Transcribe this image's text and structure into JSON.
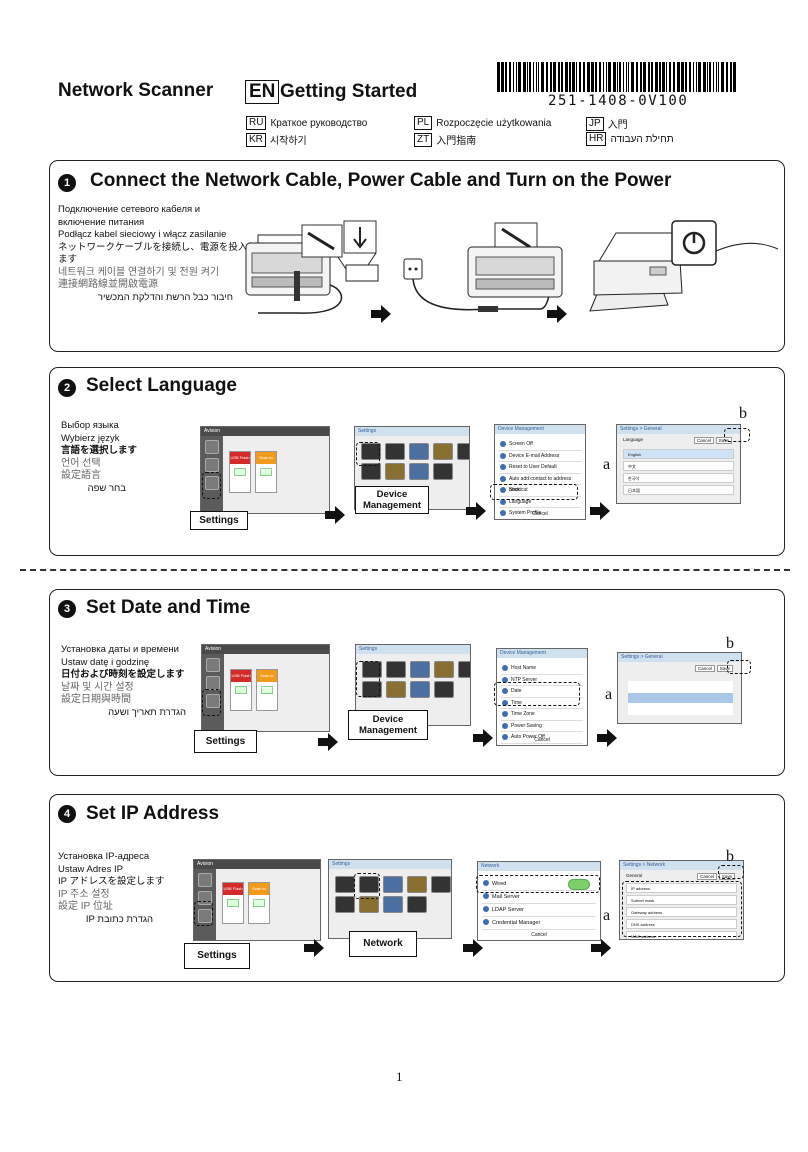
{
  "header": {
    "product": "Network Scanner",
    "lang_code": "EN",
    "title": "Getting Started",
    "part_number": "251-1408-0V100",
    "languages": [
      {
        "code": "RU",
        "text": "Краткое руководство"
      },
      {
        "code": "PL",
        "text": "Rozpoczęcie użytkowania"
      },
      {
        "code": "JP",
        "text": "入門"
      },
      {
        "code": "KR",
        "text": "시작하기"
      },
      {
        "code": "ZT",
        "text": "入門指南"
      },
      {
        "code": "HR",
        "text": "תחילת העבודה"
      }
    ]
  },
  "sections": [
    {
      "num": "1",
      "title": "Connect the Network Cable, Power Cable and Turn on the Power",
      "desc": [
        "Подключение сетевого кабеля и",
        "включение питания",
        "Podłącz kabel sieciowy i włącz zasilanie",
        "ネットワークケーブルを接続し、電源を投入し",
        "ます",
        "네트워크 케이블 연결하기 및 전원 켜기",
        "連接網路線並開啟電源",
        "חיבור כבל הרשת והדלקת המכשיר"
      ]
    },
    {
      "num": "2",
      "title": "Select Language",
      "desc": [
        "Выбор языка",
        "Wybierz język",
        "言語を選択します",
        "언어 선택",
        "設定語言",
        "בחר שפה"
      ],
      "callouts": {
        "settings": "Settings",
        "device_management": "Device Management"
      },
      "letters": {
        "a": "a",
        "b": "b"
      },
      "menu_title": "Device Management",
      "menu": [
        "Screen Off",
        "Device E-mail Address",
        "Reset to User Default",
        "Auto add contact to address book",
        "Shortcut",
        "Language",
        "System Profile"
      ],
      "cancel": "Cancel",
      "dialog_title": "Settings > General",
      "dialog_tab": "Language",
      "dialog_buttons": [
        "Cancel",
        "Save"
      ],
      "dialog_rows": [
        "English",
        "中文",
        "한국어",
        "日本語"
      ]
    },
    {
      "num": "3",
      "title": "Set Date and Time",
      "desc": [
        "Установка даты и времени",
        "Ustaw datę i godzinę",
        "日付および時刻を設定します",
        "날짜 및 시간 설정",
        "設定日期與時間",
        "הגדרת תאריך ושעה"
      ],
      "callouts": {
        "settings": "Settings",
        "device_management": "Device Management"
      },
      "letters": {
        "a": "a",
        "b": "b"
      },
      "menu_title": "Device Management",
      "menu": [
        "Host Name",
        "NTP Server",
        "Date",
        "Time",
        "Time Zone",
        "Power Saving",
        "Auto Power Off"
      ],
      "cancel": "Cancel",
      "dialog_title": "Settings > General",
      "dialog_buttons": [
        "Cancel",
        "Save"
      ]
    },
    {
      "num": "4",
      "title": "Set IP Address",
      "desc": [
        "Установка IP-адреса",
        "Ustaw Adres IP",
        "IP アドレスを設定します",
        "IP 주소 설정",
        "設定 IP 位址",
        "הגדרת כתובת IP"
      ],
      "callouts": {
        "settings": "Settings",
        "network": "Network"
      },
      "letters": {
        "a": "a",
        "b": "b"
      },
      "menu_title": "Network",
      "menu": [
        "Wired",
        "Mail Server",
        "LDAP Server",
        "Credential Manager"
      ],
      "cancel": "Cancel",
      "dialog_title": "Settings > Network",
      "dialog_tab": "General",
      "dialog_buttons": [
        "Cancel",
        "Save"
      ],
      "dialog_rows": [
        "IP address",
        "Subnet mask",
        "Gateway address",
        "DNS address",
        "MAC address"
      ]
    }
  ],
  "home_screen": {
    "brand": "Avision",
    "apps": [
      {
        "label": "USB Flash",
        "color": "#d42a2a"
      },
      {
        "label": "Scan to Folder",
        "color": "#f29a1a"
      }
    ]
  },
  "settings_screen_title": "Settings",
  "page_number": "1"
}
